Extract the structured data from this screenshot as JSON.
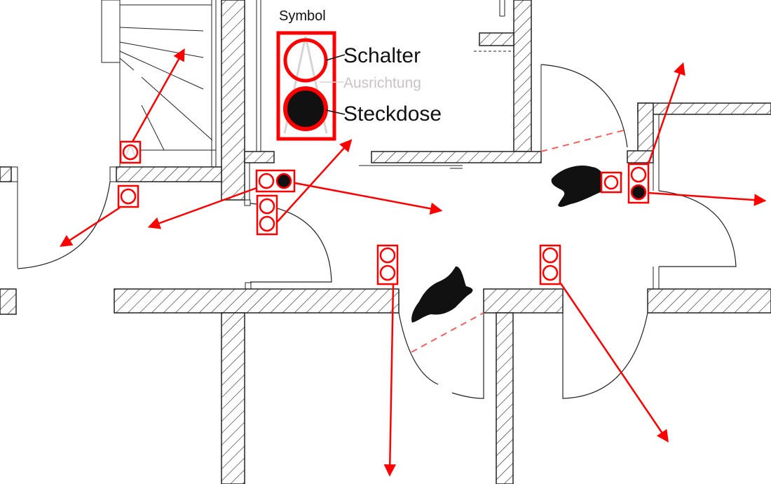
{
  "legend": {
    "title": "Symbol",
    "switch_label": "Schalter",
    "orientation_label": "Ausrichtung",
    "socket_label": "Steckdose"
  },
  "colors": {
    "accent": "#ff0000",
    "wall_line": "#222222",
    "orientation_guide": "#d8d4d4",
    "socket_fill": "#111111",
    "door_path": "#ff5a5a"
  },
  "fixtures": [
    {
      "id": "stair-switch",
      "type": "switch",
      "elements": [
        "switch"
      ]
    },
    {
      "id": "left-door-switch",
      "type": "switch",
      "elements": [
        "switch"
      ]
    },
    {
      "id": "hall-switch-socket-horizontal",
      "type": "combo",
      "elements": [
        "switch",
        "socket"
      ]
    },
    {
      "id": "hall-double-switch",
      "type": "combo",
      "elements": [
        "switch",
        "switch"
      ]
    },
    {
      "id": "center-double-switch-left",
      "type": "combo",
      "elements": [
        "switch",
        "switch"
      ]
    },
    {
      "id": "center-double-switch-right",
      "type": "combo",
      "elements": [
        "switch",
        "switch"
      ]
    },
    {
      "id": "right-switch-near-person",
      "type": "switch",
      "elements": [
        "switch"
      ]
    },
    {
      "id": "right-switch-socket",
      "type": "combo",
      "elements": [
        "switch",
        "socket"
      ]
    }
  ]
}
